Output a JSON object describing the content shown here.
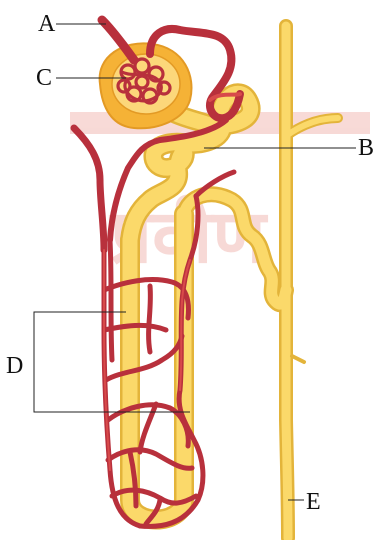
{
  "labels": {
    "a": "A",
    "b": "B",
    "c": "C",
    "d": "D",
    "e": "E"
  },
  "watermark": {
    "text": "प्रवीण",
    "color": "#dd5548"
  },
  "colors": {
    "tubule_fill": "#fbd96a",
    "tubule_outline": "#e3b43a",
    "capsule_fill": "#f5b236",
    "vessel": "#b8303c",
    "vessel_light": "#d84a4a",
    "leader_line": "#222222"
  }
}
